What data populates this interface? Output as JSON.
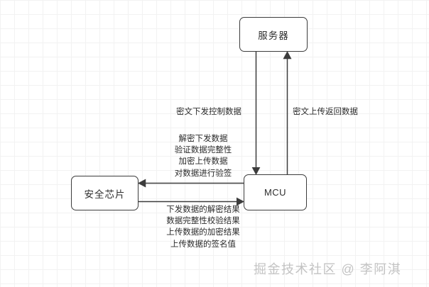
{
  "diagram": {
    "nodes": [
      {
        "id": "server",
        "label": "服务器"
      },
      {
        "id": "mcu",
        "label": "MCU"
      },
      {
        "id": "chip",
        "label": "安全芯片"
      }
    ],
    "edges": [
      {
        "id": "server-to-mcu",
        "from": "server",
        "to": "mcu",
        "direction": "down",
        "label": "密文下发控制数据"
      },
      {
        "id": "mcu-to-server",
        "from": "mcu",
        "to": "server",
        "direction": "up",
        "label": "密文上传返回数据"
      },
      {
        "id": "mcu-to-chip",
        "from": "mcu",
        "to": "chip",
        "direction": "left",
        "label_lines": [
          "解密下发数据",
          "验证数据完整性",
          "加密上传数据",
          "对数据进行验签"
        ]
      },
      {
        "id": "chip-to-mcu",
        "from": "chip",
        "to": "mcu",
        "direction": "right",
        "label_lines": [
          "下发数据的解密结果",
          "数据完整性校验结果",
          "上传数据的加密结果",
          "上传数据的签名值"
        ]
      }
    ]
  },
  "watermark": {
    "text": "掘金技术社区 @ 李阿淇"
  },
  "colors": {
    "stroke": "#3c3c3c",
    "text": "#2b2b2b",
    "grid_minor": "#f2f2f2",
    "grid_major": "#ececec",
    "watermark": "#c3c3c3",
    "background": "#ffffff"
  }
}
